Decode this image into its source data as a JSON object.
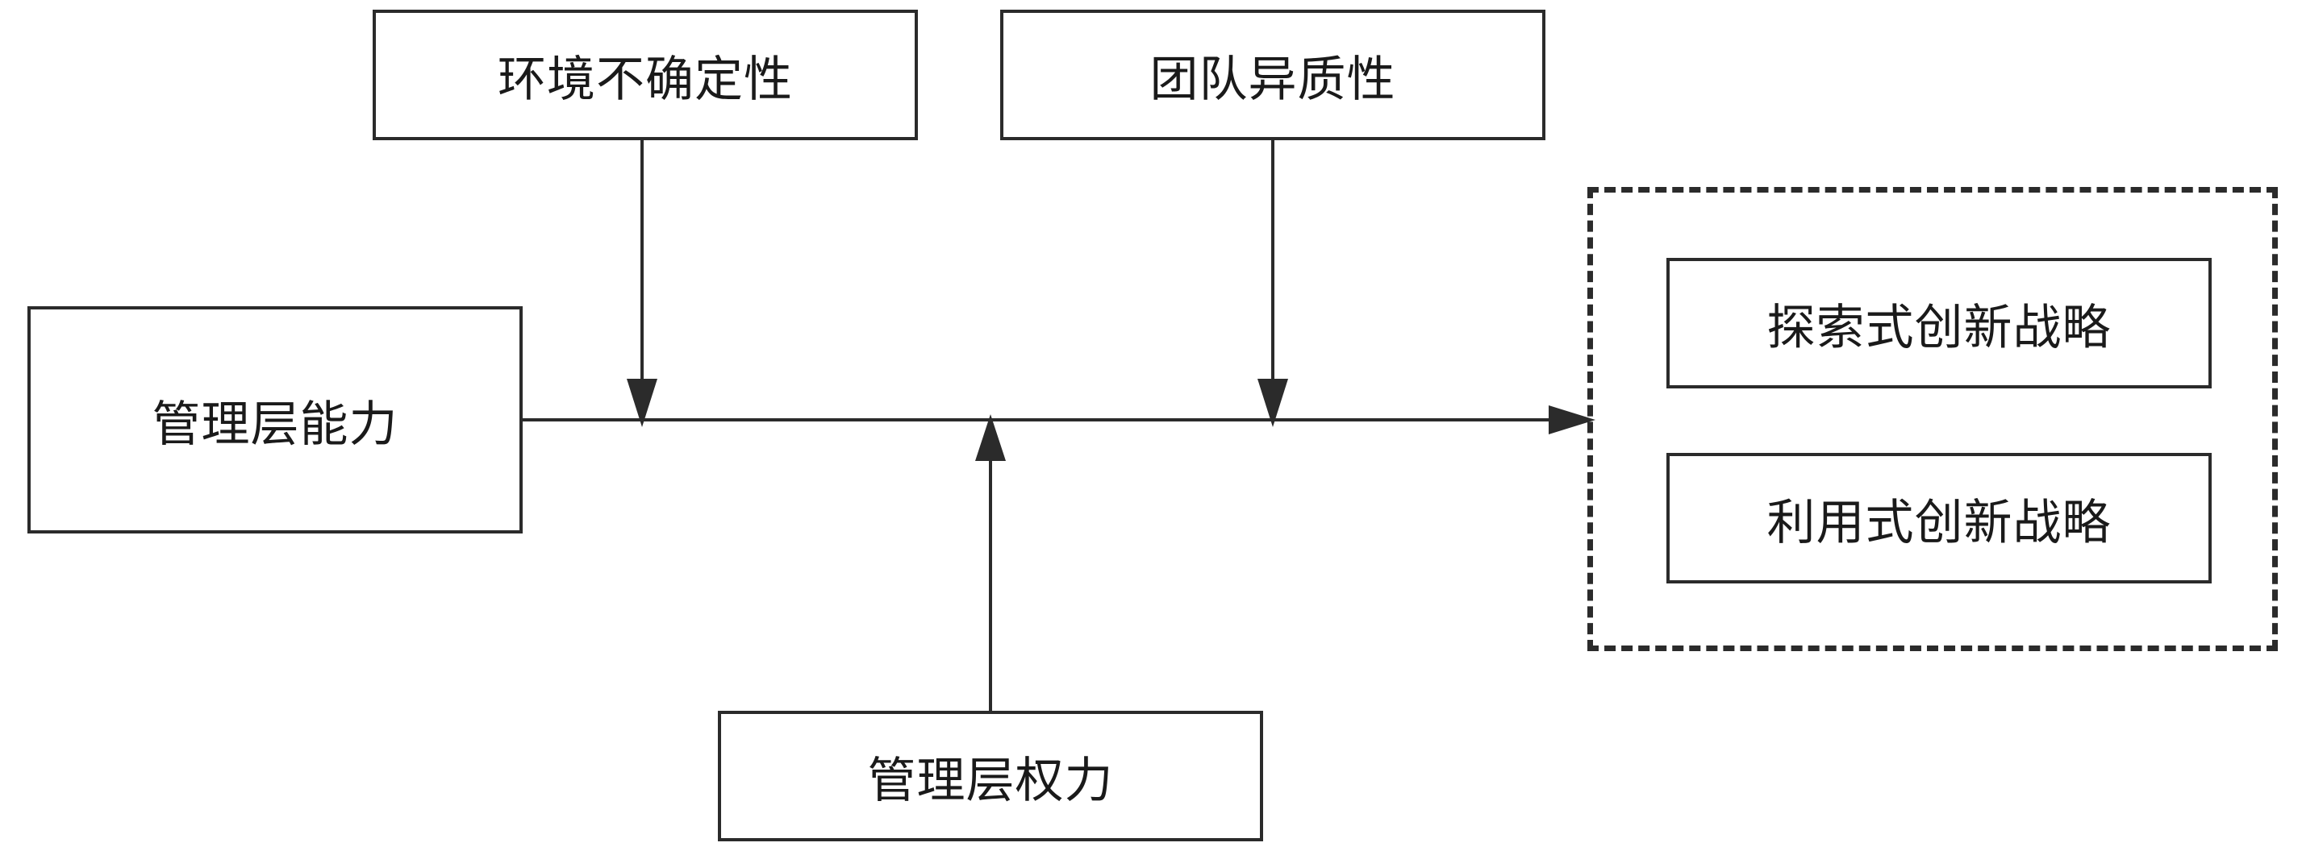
{
  "diagram": {
    "nodes": {
      "environment_uncertainty": "环境不确定性",
      "team_heterogeneity": "团队异质性",
      "management_ability": "管理层能力",
      "management_power": "管理层权力",
      "exploratory_innovation": "探索式创新战略",
      "exploitative_innovation": "利用式创新战略"
    },
    "edges": [
      {
        "from": "management_ability",
        "to": "innovation_strategy_group",
        "type": "main-effect"
      },
      {
        "from": "environment_uncertainty",
        "to": "main-path",
        "type": "moderation"
      },
      {
        "from": "team_heterogeneity",
        "to": "main-path",
        "type": "moderation"
      },
      {
        "from": "management_power",
        "to": "main-path",
        "type": "moderation"
      }
    ],
    "colors": {
      "line": "#2b2b2b",
      "fill": "#ffffff"
    }
  }
}
